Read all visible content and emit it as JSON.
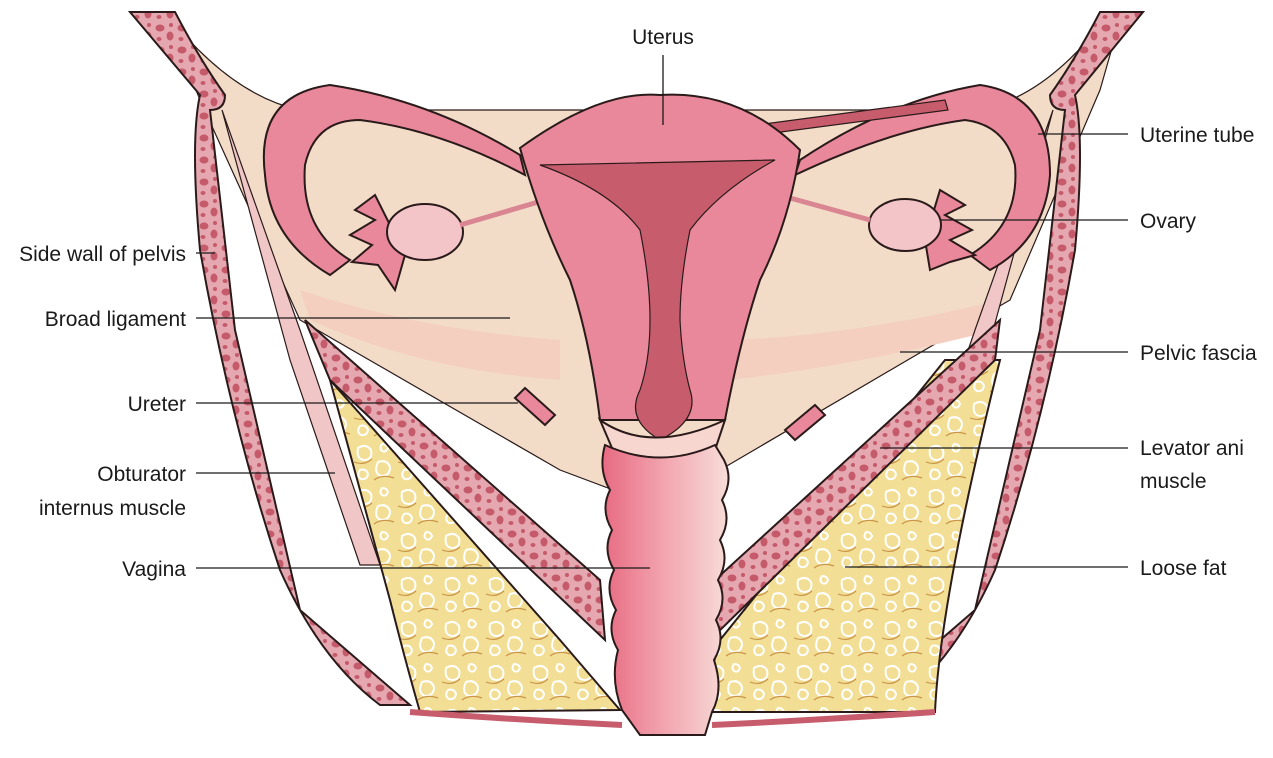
{
  "labels": {
    "uterus": "Uterus",
    "uterine_tube": "Uterine tube",
    "ovary": "Ovary",
    "side_wall": "Side wall of pelvis",
    "broad_ligament": "Broad ligament",
    "pelvic_fascia": "Pelvic fascia",
    "ureter": "Ureter",
    "levator_line1": "Levator ani",
    "levator_line2": "muscle",
    "obturator_line1": "Obturator",
    "obturator_line2": "internus muscle",
    "vagina": "Vagina",
    "loose_fat": "Loose fat"
  },
  "colors": {
    "muscle_dark": "#c4606e",
    "muscle_light": "#e9b2b8",
    "uterus": "#e8889a",
    "uterus_cavity": "#c75d6c",
    "ligament": "#f2dcc8",
    "fascia": "#f4cfc0",
    "fat": "#f2df95",
    "vagina": "#ef9aa6",
    "ovary": "#f3c4c8"
  }
}
